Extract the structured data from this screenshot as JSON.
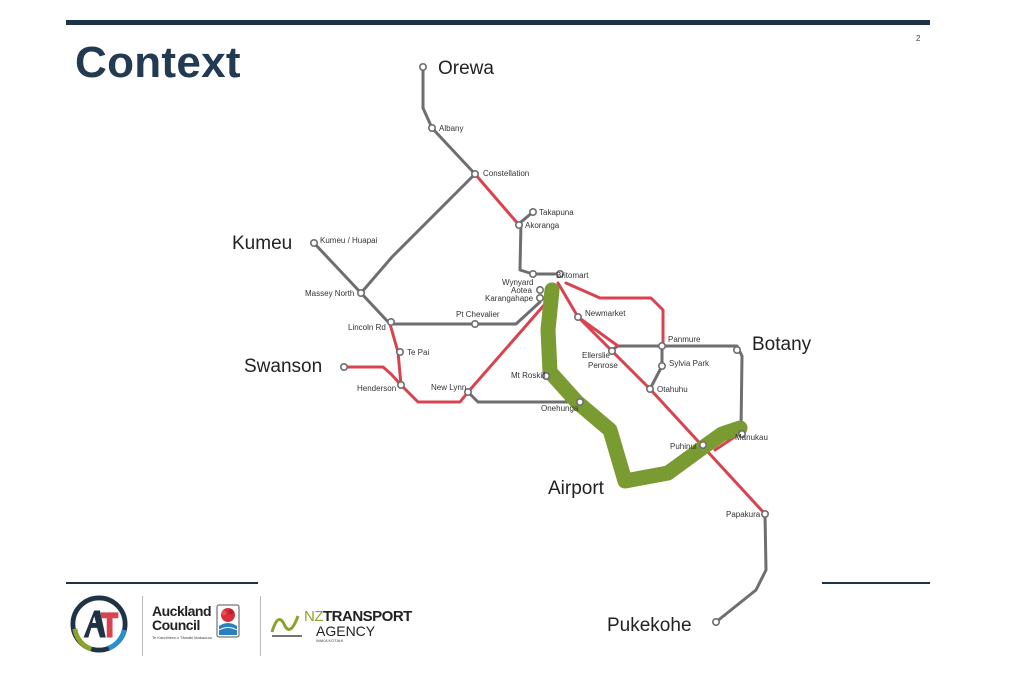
{
  "slide": {
    "title": "Context",
    "page_number": "2"
  },
  "colors": {
    "title": "#223a52",
    "rule": "#1f3347",
    "line_red": "#d9434f",
    "line_grey": "#6d6e70",
    "airport_route": "#7a9a32",
    "station_fill": "#ffffff"
  },
  "region_labels": {
    "orewa": "Orewa",
    "kumeu": "Kumeu",
    "swanson": "Swanson",
    "botany": "Botany",
    "airport": "Airport",
    "pukekohe": "Pukekohe"
  },
  "stations": {
    "albany": "Albany",
    "constellation": "Constellation",
    "takapuna": "Takapuna",
    "akoranga": "Akoranga",
    "kumeu_huapai": "Kumeu / Huapai",
    "massey_north": "Massey North",
    "wynyard": "Wynyard",
    "britomart": "Britomart",
    "aotea": "Aotea",
    "karangahape": "Karangahape",
    "pt_chevalier": "Pt Chevalier",
    "newmarket": "Newmarket",
    "lincoln_rd": "Lincoln Rd",
    "te_pai": "Te Pai",
    "panmure": "Panmure",
    "ellerslie": "Ellerslie",
    "penrose": "Penrose",
    "sylvia_park": "Sylvia Park",
    "henderson": "Henderson",
    "new_lynn": "New Lynn",
    "mt_roskill": "Mt Roskill",
    "otahuhu": "Otahuhu",
    "onehunga": "Onehunga",
    "manukau": "Manukau",
    "puhinui": "Puhinui",
    "papakura": "Papakura"
  },
  "logos": {
    "auckland_council": [
      "Auckland",
      "Council"
    ],
    "auckland_council_tagline": "Te Kaunihera o Tāmaki Makaurau",
    "nzta_prefix": "NZ",
    "nzta_main": "TRANSPORT",
    "nzta_sub": "AGENCY",
    "nzta_tagline": "WAKA KOTAHI"
  }
}
